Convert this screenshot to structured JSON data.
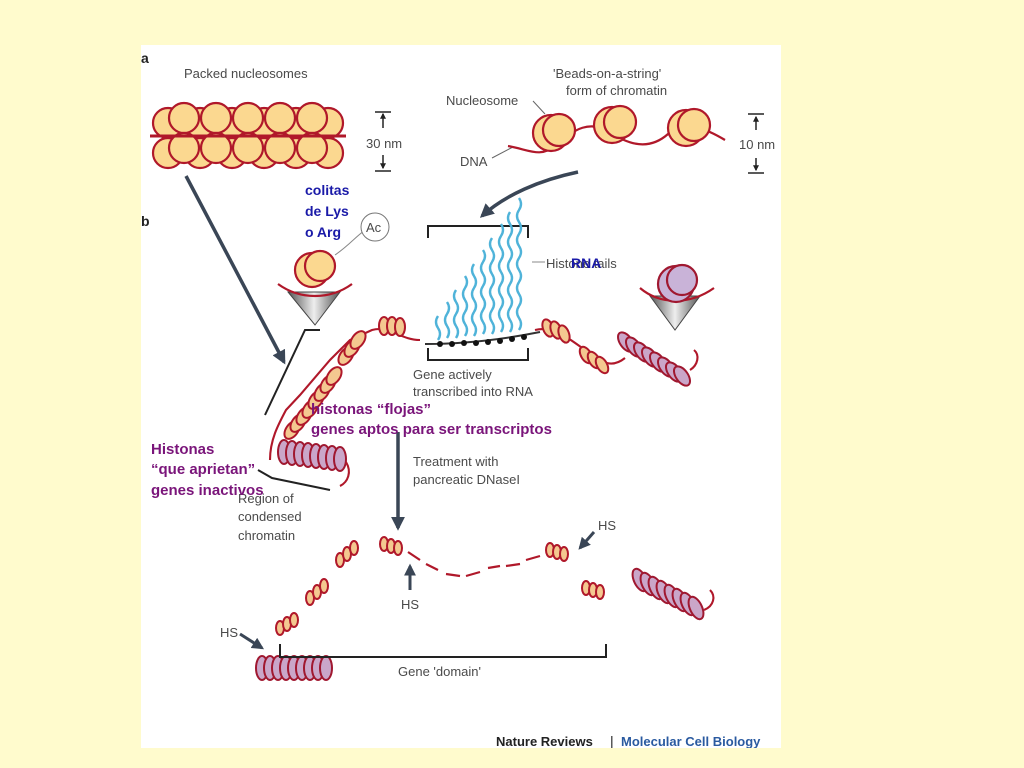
{
  "panels": {
    "a": "a",
    "b": "b"
  },
  "labels": {
    "packed": "Packed nucleosomes",
    "beads_1": "'Beads-on-a-string'",
    "beads_2": "form of chromatin",
    "nucleosome": "Nucleosome",
    "dna": "DNA",
    "nm30": "30 nm",
    "nm10": "10 nm",
    "ac": "Ac",
    "histone_tails": "Histone tails",
    "gene_active_1": "Gene actively",
    "gene_active_2": "transcribed into RNA",
    "treatment_1": "Treatment with",
    "treatment_2": "pancreatic DNaseI",
    "region_1": "Region of",
    "region_2": "condensed",
    "region_3": "chromatin",
    "hs": "HS",
    "gene_domain": "Gene 'domain'",
    "footer_journal": "Nature Reviews",
    "footer_sep": "|",
    "footer_section": "Molecular Cell Biology"
  },
  "annotations": {
    "colitas_1": "colitas",
    "colitas_2": "de Lys",
    "colitas_3": "o Arg",
    "rna": "RNA",
    "flojas_1": "histonas “flojas”",
    "flojas_2": "genes aptos para ser transcriptos",
    "aprietan_1": "Histonas",
    "aprietan_2": "“que aprietan”",
    "aprietan_3": "genes inactivos"
  },
  "colors": {
    "slide_background": "#fffbcd",
    "dna": "#b0182a",
    "nucleosome": "#fbd890",
    "rna": "#4fb3d9",
    "annotation_blue": "#1a1aa8",
    "annotation_purple": "#7a157a",
    "footer_blue": "#2a5aa0"
  }
}
